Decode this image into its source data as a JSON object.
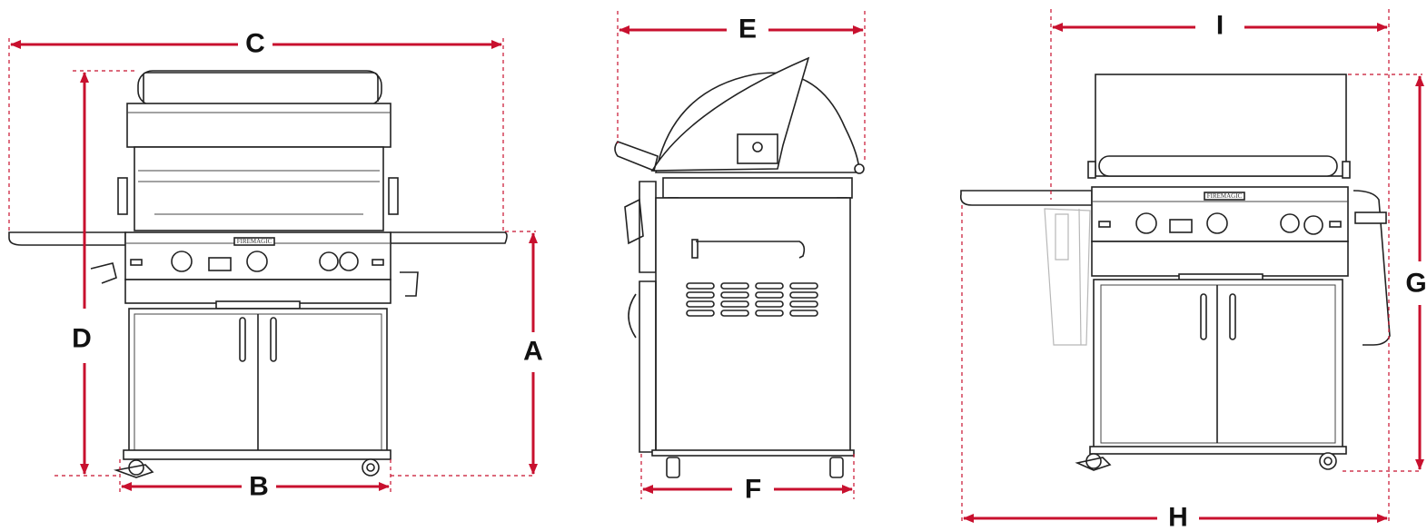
{
  "colors": {
    "dimension": "#c8102e",
    "outline": "#222222",
    "label": "#111111"
  },
  "brand": "FIREMAGIC",
  "dimensions": {
    "A": "A",
    "B": "B",
    "C": "C",
    "D": "D",
    "E": "E",
    "F": "F",
    "G": "G",
    "H": "H",
    "I": "I"
  },
  "views": [
    "front-view",
    "side-view",
    "front-view-with-side-shelf"
  ]
}
